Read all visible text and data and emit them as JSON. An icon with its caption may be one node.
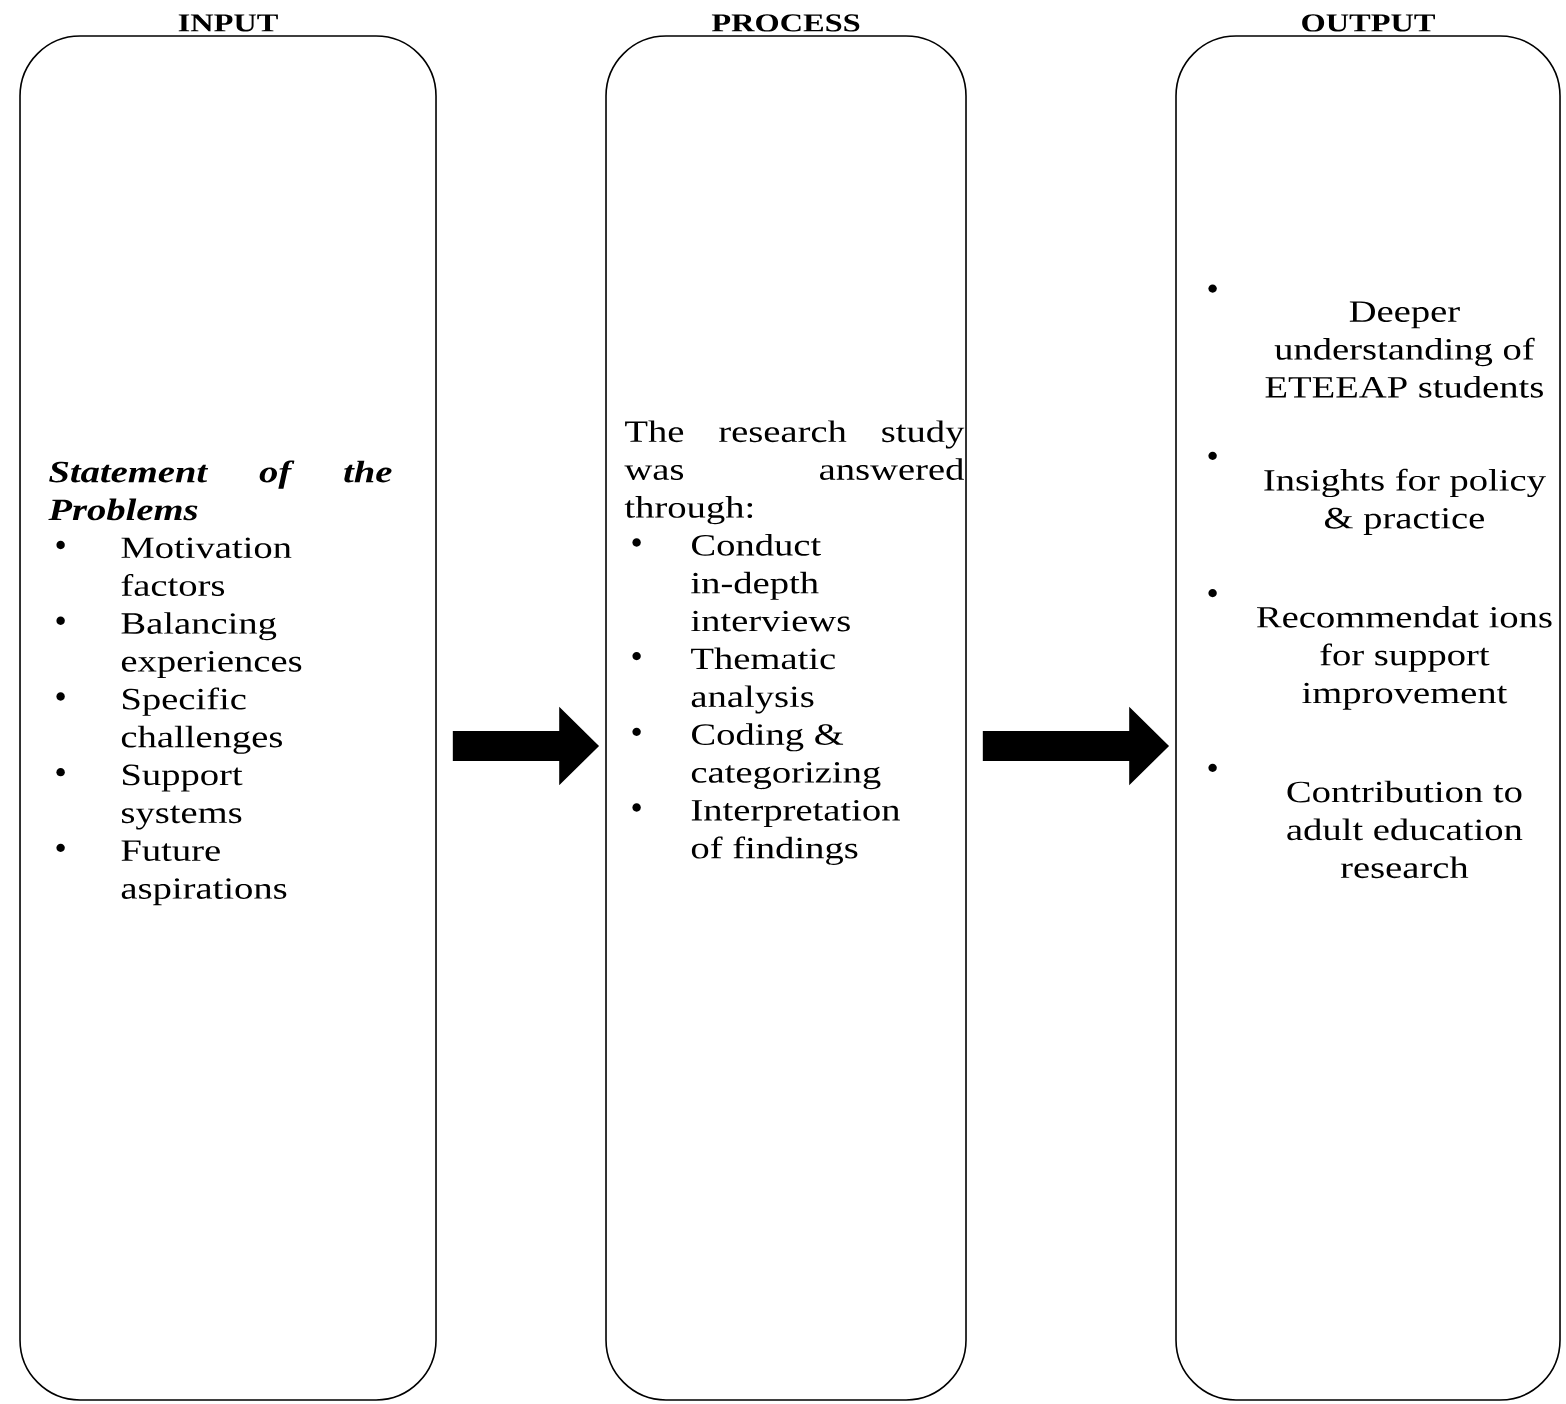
{
  "diagram": {
    "nodes": [
      {
        "text": [
          "INPUT",
          "Statement of the Problems",
          "Motivation factors",
          "Balancing experiences",
          "Specific challenges",
          "Support systems",
          "Future aspirations"
        ]
      },
      {
        "text": [
          "PROCESS",
          "The research study was answered through:",
          "Conduct in-depth interviews",
          "Thematic analysis",
          "Coding & categorizing",
          "Interpretation of findings"
        ]
      },
      {
        "text": [
          "OUTPUT",
          "Deeper understanding of ETEEAP students",
          "Insights for policy & practice",
          "Recommendat ions for support improvement",
          "Contribution to adult education research"
        ]
      }
    ],
    "edges": [
      {
        "from": 0,
        "to": 1,
        "arrow": "to"
      },
      {
        "from": 1,
        "to": 2,
        "arrow": "to"
      }
    ]
  }
}
